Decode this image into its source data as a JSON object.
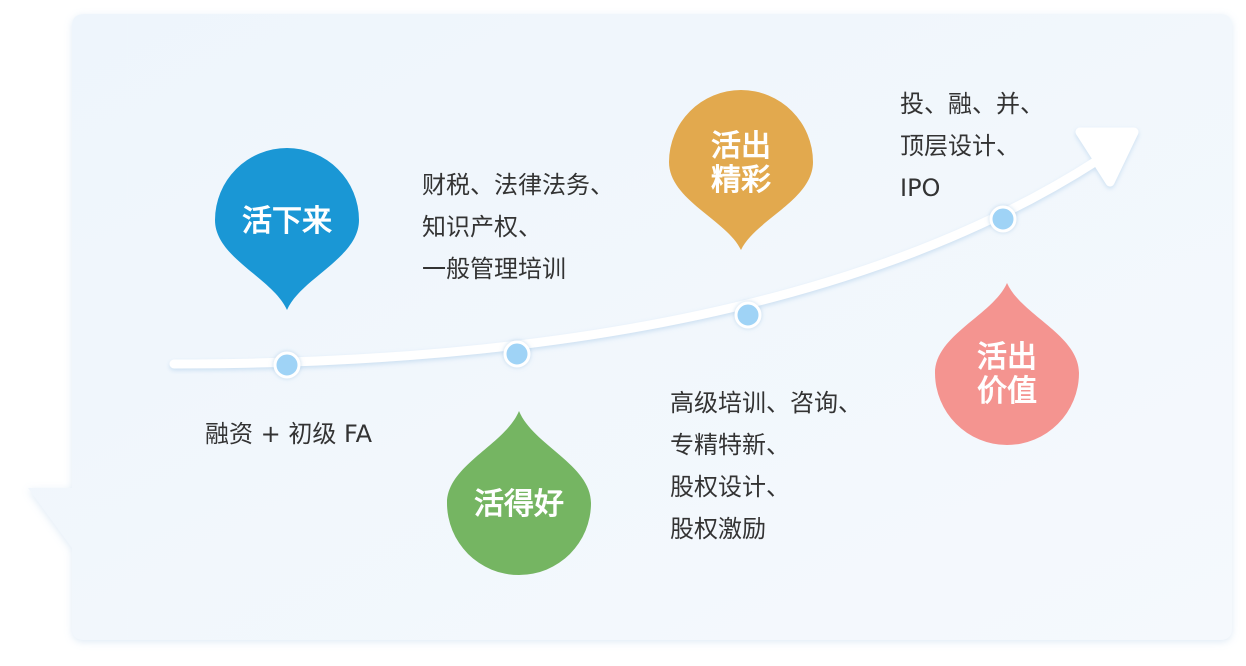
{
  "stages": [
    {
      "id": "huo-xia-lai",
      "label_lines": [
        "活下来"
      ],
      "color": "#1a97d5",
      "description_lines": [
        "融资 + 初级 FA"
      ]
    },
    {
      "id": "huo-de-hao",
      "label_lines": [
        "活得好"
      ],
      "color": "#75b562",
      "description_lines": [
        "财税、法律法务、",
        "知识产权、",
        "一般管理培训"
      ]
    },
    {
      "id": "huo-chu-jing-cai",
      "label_lines": [
        "活出",
        "精彩"
      ],
      "color": "#e2a94e",
      "description_lines": [
        "高级培训、咨询、",
        "专精特新、",
        "股权设计、",
        "股权激励"
      ]
    },
    {
      "id": "huo-chu-jia-zhi",
      "label_lines": [
        "活出",
        "价值"
      ],
      "color": "#f49490",
      "description_lines": [
        "投、融、并、",
        "顶层设计、",
        "IPO"
      ]
    }
  ],
  "theme": {
    "card_bg": "#f3f8fd",
    "curve_color": "#ffffff",
    "dot_color": "#9fd3f6",
    "text_color": "#333333"
  }
}
